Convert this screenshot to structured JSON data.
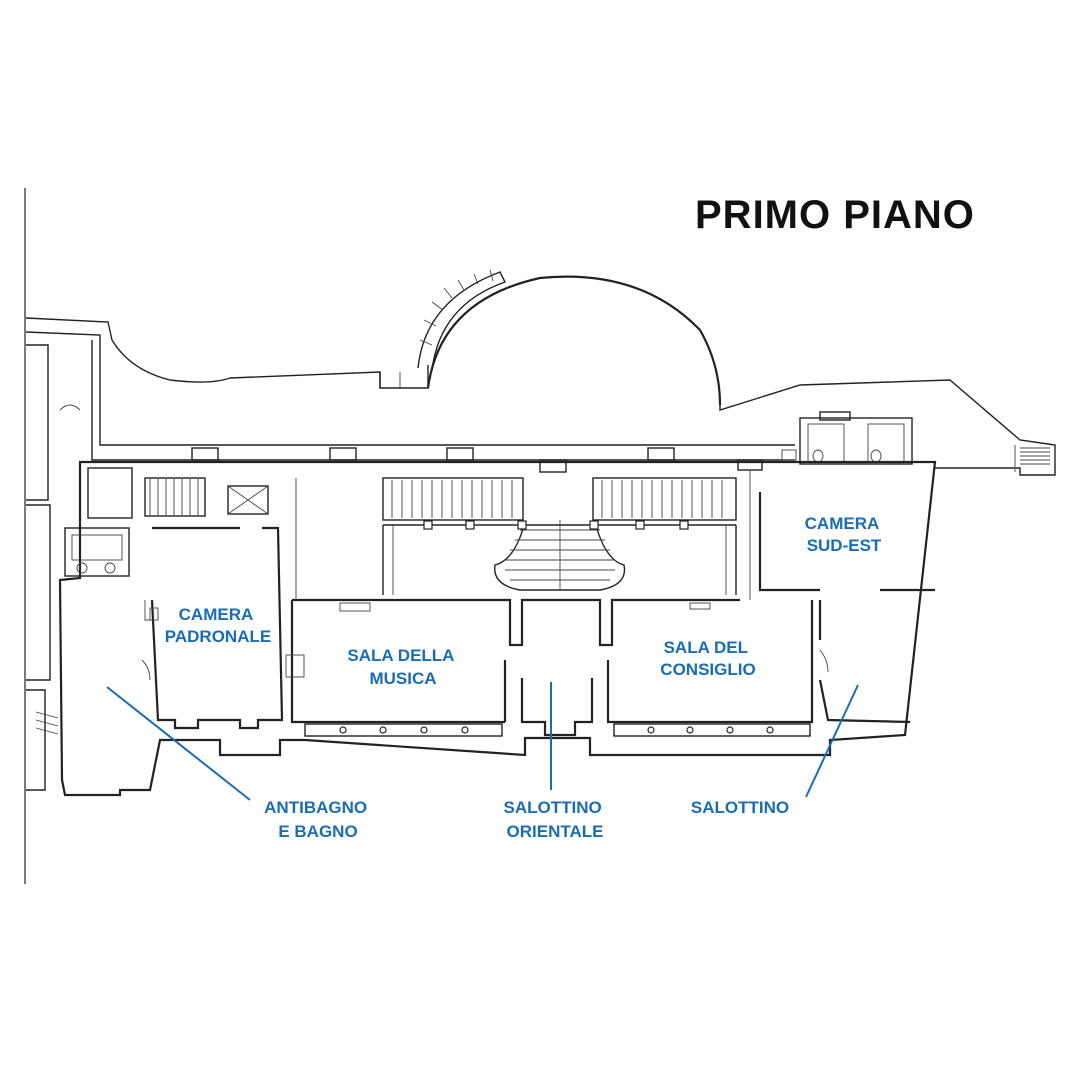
{
  "title": "PRIMO PIANO",
  "label_color": "#1a6db5",
  "line_color": "#222222",
  "rooms": {
    "camera_padronale": [
      "CAMERA",
      "PADRONALE"
    ],
    "sala_della_musica": [
      "SALA DELLA",
      "MUSICA"
    ],
    "sala_del_consiglio": [
      "SALA DEL",
      "CONSIGLIO"
    ],
    "camera_sud_est": [
      "CAMERA",
      "SUD-EST"
    ],
    "antibagno": [
      "ANTIBAGNO",
      "E BAGNO"
    ],
    "salottino_orientale": [
      "SALOTTINO",
      "ORIENTALE"
    ],
    "salottino": [
      "SALOTTINO"
    ]
  }
}
